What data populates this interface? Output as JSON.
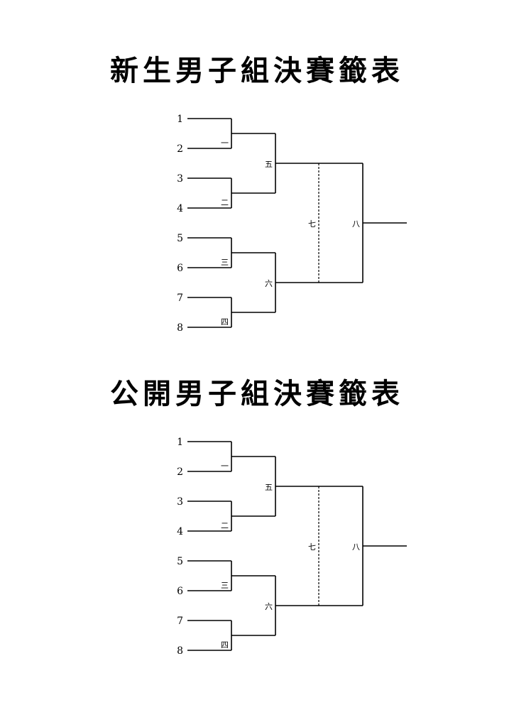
{
  "brackets": [
    {
      "title": "新生男子組決賽籤表",
      "seeds": [
        "1",
        "2",
        "3",
        "4",
        "5",
        "6",
        "7",
        "8"
      ],
      "matches": {
        "r1": [
          "一",
          "二",
          "三",
          "四"
        ],
        "r2": [
          "五",
          "六"
        ],
        "semi": "七",
        "final": "八"
      }
    },
    {
      "title": "公開男子組決賽籤表",
      "seeds": [
        "1",
        "2",
        "3",
        "4",
        "5",
        "6",
        "7",
        "8"
      ],
      "matches": {
        "r1": [
          "一",
          "二",
          "三",
          "四"
        ],
        "r2": [
          "五",
          "六"
        ],
        "semi": "七",
        "final": "八"
      }
    }
  ]
}
